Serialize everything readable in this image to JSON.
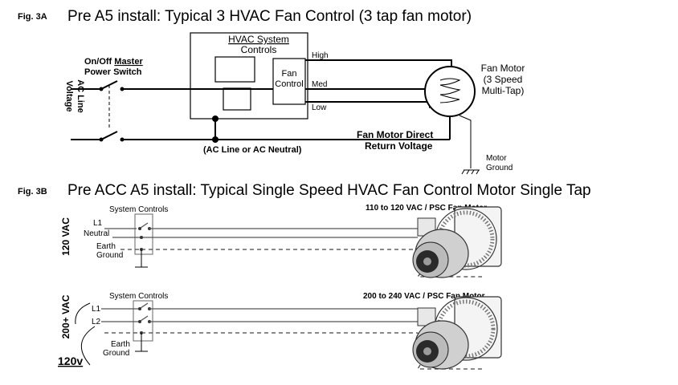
{
  "fig3a": {
    "fig_label": "Fig. 3A",
    "title": "Pre A5 install: Typical 3 HVAC Fan Control (3 tap fan motor)",
    "switch_label_1_pre": "On/Off ",
    "switch_label_1_master": "Master",
    "switch_label_2": "Power Switch",
    "ac_label_1": "AC Line",
    "ac_label_2": "Voltage",
    "controls_title_1": "HVAC System",
    "controls_title_2": "Controls",
    "fan_control_1": "Fan",
    "fan_control_2": "Control",
    "tap_high": "High",
    "tap_med": "Med",
    "tap_low": "Low",
    "motor_1": "Fan Motor",
    "motor_2": "(3 Speed",
    "motor_3": "Multi-Tap)",
    "return_1": "Fan Motor Direct",
    "return_2": "Return Voltage",
    "neutral_note": "(AC Line  or AC Neutral)",
    "motor_ground_1": "Motor",
    "motor_ground_2": "Ground"
  },
  "fig3b": {
    "fig_label": "Fig. 3B",
    "title": "Pre ACC A5 install: Typical Single Speed HVAC Fan Control Motor Single Tap",
    "top": {
      "voltage": "120 VAC",
      "controls": "System Controls",
      "l1": "L1",
      "neutral": "Neutral",
      "earth_1": "Earth",
      "earth_2": "Ground",
      "motor_label": "110 to 120 VAC / PSC Fan Motor"
    },
    "bottom": {
      "voltage": "200+ VAC",
      "controls": "System Controls",
      "l1": "L1",
      "l2": "L2",
      "earth_1": "Earth",
      "earth_2": "Ground",
      "motor_label": "200 to 240 VAC / PSC Fan Motor",
      "note": "120v"
    }
  }
}
